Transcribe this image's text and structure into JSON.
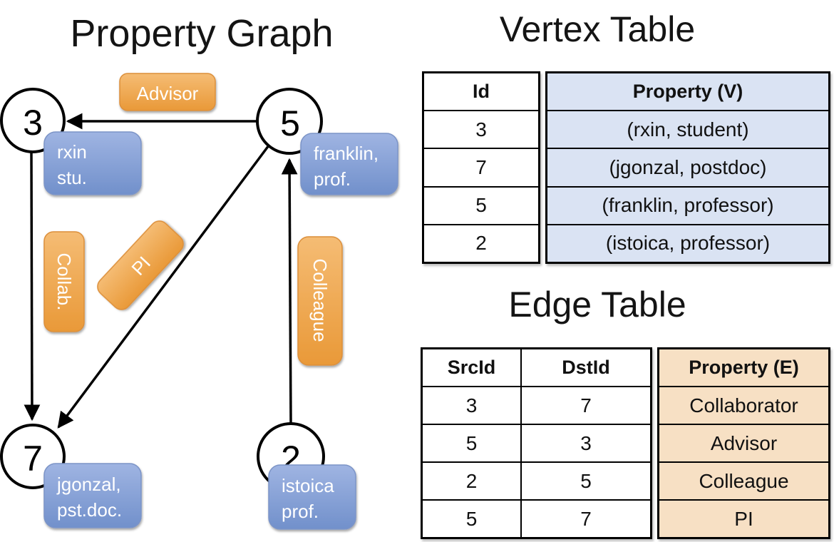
{
  "colors": {
    "edge_label_orange": "#EFA64E",
    "vertex_box_blue": "#7E9CD4",
    "vertex_table_property_bg": "#DAE3F3",
    "edge_table_property_bg": "#F7E0C4",
    "line_black": "#000000"
  },
  "graph": {
    "title": "Property Graph",
    "nodes": [
      {
        "id": "3",
        "label_line1": "rxin",
        "label_line2": "stu."
      },
      {
        "id": "5",
        "label_line1": "franklin,",
        "label_line2": "prof."
      },
      {
        "id": "7",
        "label_line1": "jgonzal,",
        "label_line2": "pst.doc."
      },
      {
        "id": "2",
        "label_line1": "istoica",
        "label_line2": "prof."
      }
    ],
    "edge_labels": {
      "advisor": "Advisor",
      "collab": "Collab.",
      "pi": "PI",
      "colleague": "Colleague"
    }
  },
  "vertex_table": {
    "title": "Vertex Table",
    "col_id": "Id",
    "col_property": "Property (V)",
    "rows": [
      {
        "id": "3",
        "property": "(rxin, student)"
      },
      {
        "id": "7",
        "property": "(jgonzal, postdoc)"
      },
      {
        "id": "5",
        "property": "(franklin, professor)"
      },
      {
        "id": "2",
        "property": "(istoica, professor)"
      }
    ]
  },
  "edge_table": {
    "title": "Edge Table",
    "col_src": "SrcId",
    "col_dst": "DstId",
    "col_property": "Property (E)",
    "rows": [
      {
        "src": "3",
        "dst": "7",
        "property": "Collaborator"
      },
      {
        "src": "5",
        "dst": "3",
        "property": "Advisor"
      },
      {
        "src": "2",
        "dst": "5",
        "property": "Colleague"
      },
      {
        "src": "5",
        "dst": "7",
        "property": "PI"
      }
    ]
  }
}
